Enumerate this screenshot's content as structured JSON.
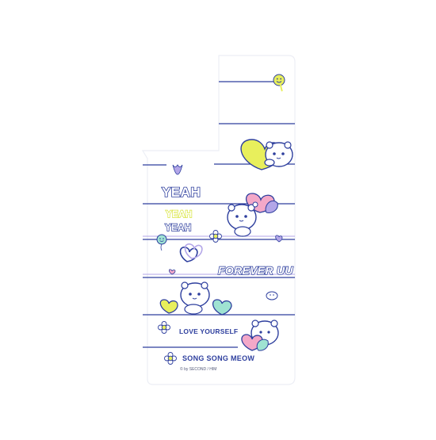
{
  "artwork": {
    "kind": "phone-case-design",
    "colors": {
      "line": "#2e3f9e",
      "yellow": "#e8ef5c",
      "pink": "#f3a8c8",
      "mint": "#9fe3d2",
      "lavender": "#b3a6e8",
      "background": "#ffffff"
    },
    "texts": {
      "yeah_large": "YEAH",
      "yeah_yellow": "YEAH",
      "yeah_small": "YEAH",
      "forever": "FOREVER UU",
      "love_yourself": "LOVE YOURSELF",
      "brand": "SONG SONG MEOW",
      "copyright": "© by SECOND / HIM"
    },
    "icons": [
      "smiley-drip-icon",
      "bear-hugging-yellow-heart-icon",
      "bear-hugging-pink-heart-icon",
      "smiley-balloon-icon",
      "flower-icon",
      "linked-hearts-icon",
      "small-heart-icon",
      "bear-with-hearts-icon",
      "smiley-disc-icon",
      "bear-hugging-pastel-heart-icon"
    ]
  }
}
